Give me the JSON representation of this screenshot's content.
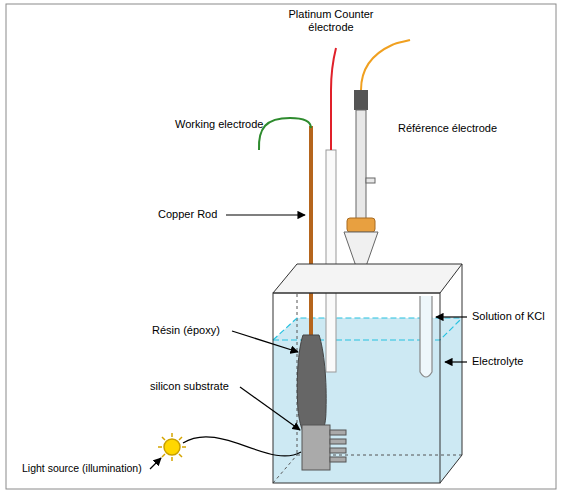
{
  "diagram": {
    "labels": [
      "Platinum Counter électrode",
      "Working electrode",
      "Référence électrode",
      "Copper Rod",
      "Solution of KCl",
      "Résin (époxy)",
      "Electrolyte",
      "silicon substrate",
      "Light source (illumination)"
    ]
  }
}
